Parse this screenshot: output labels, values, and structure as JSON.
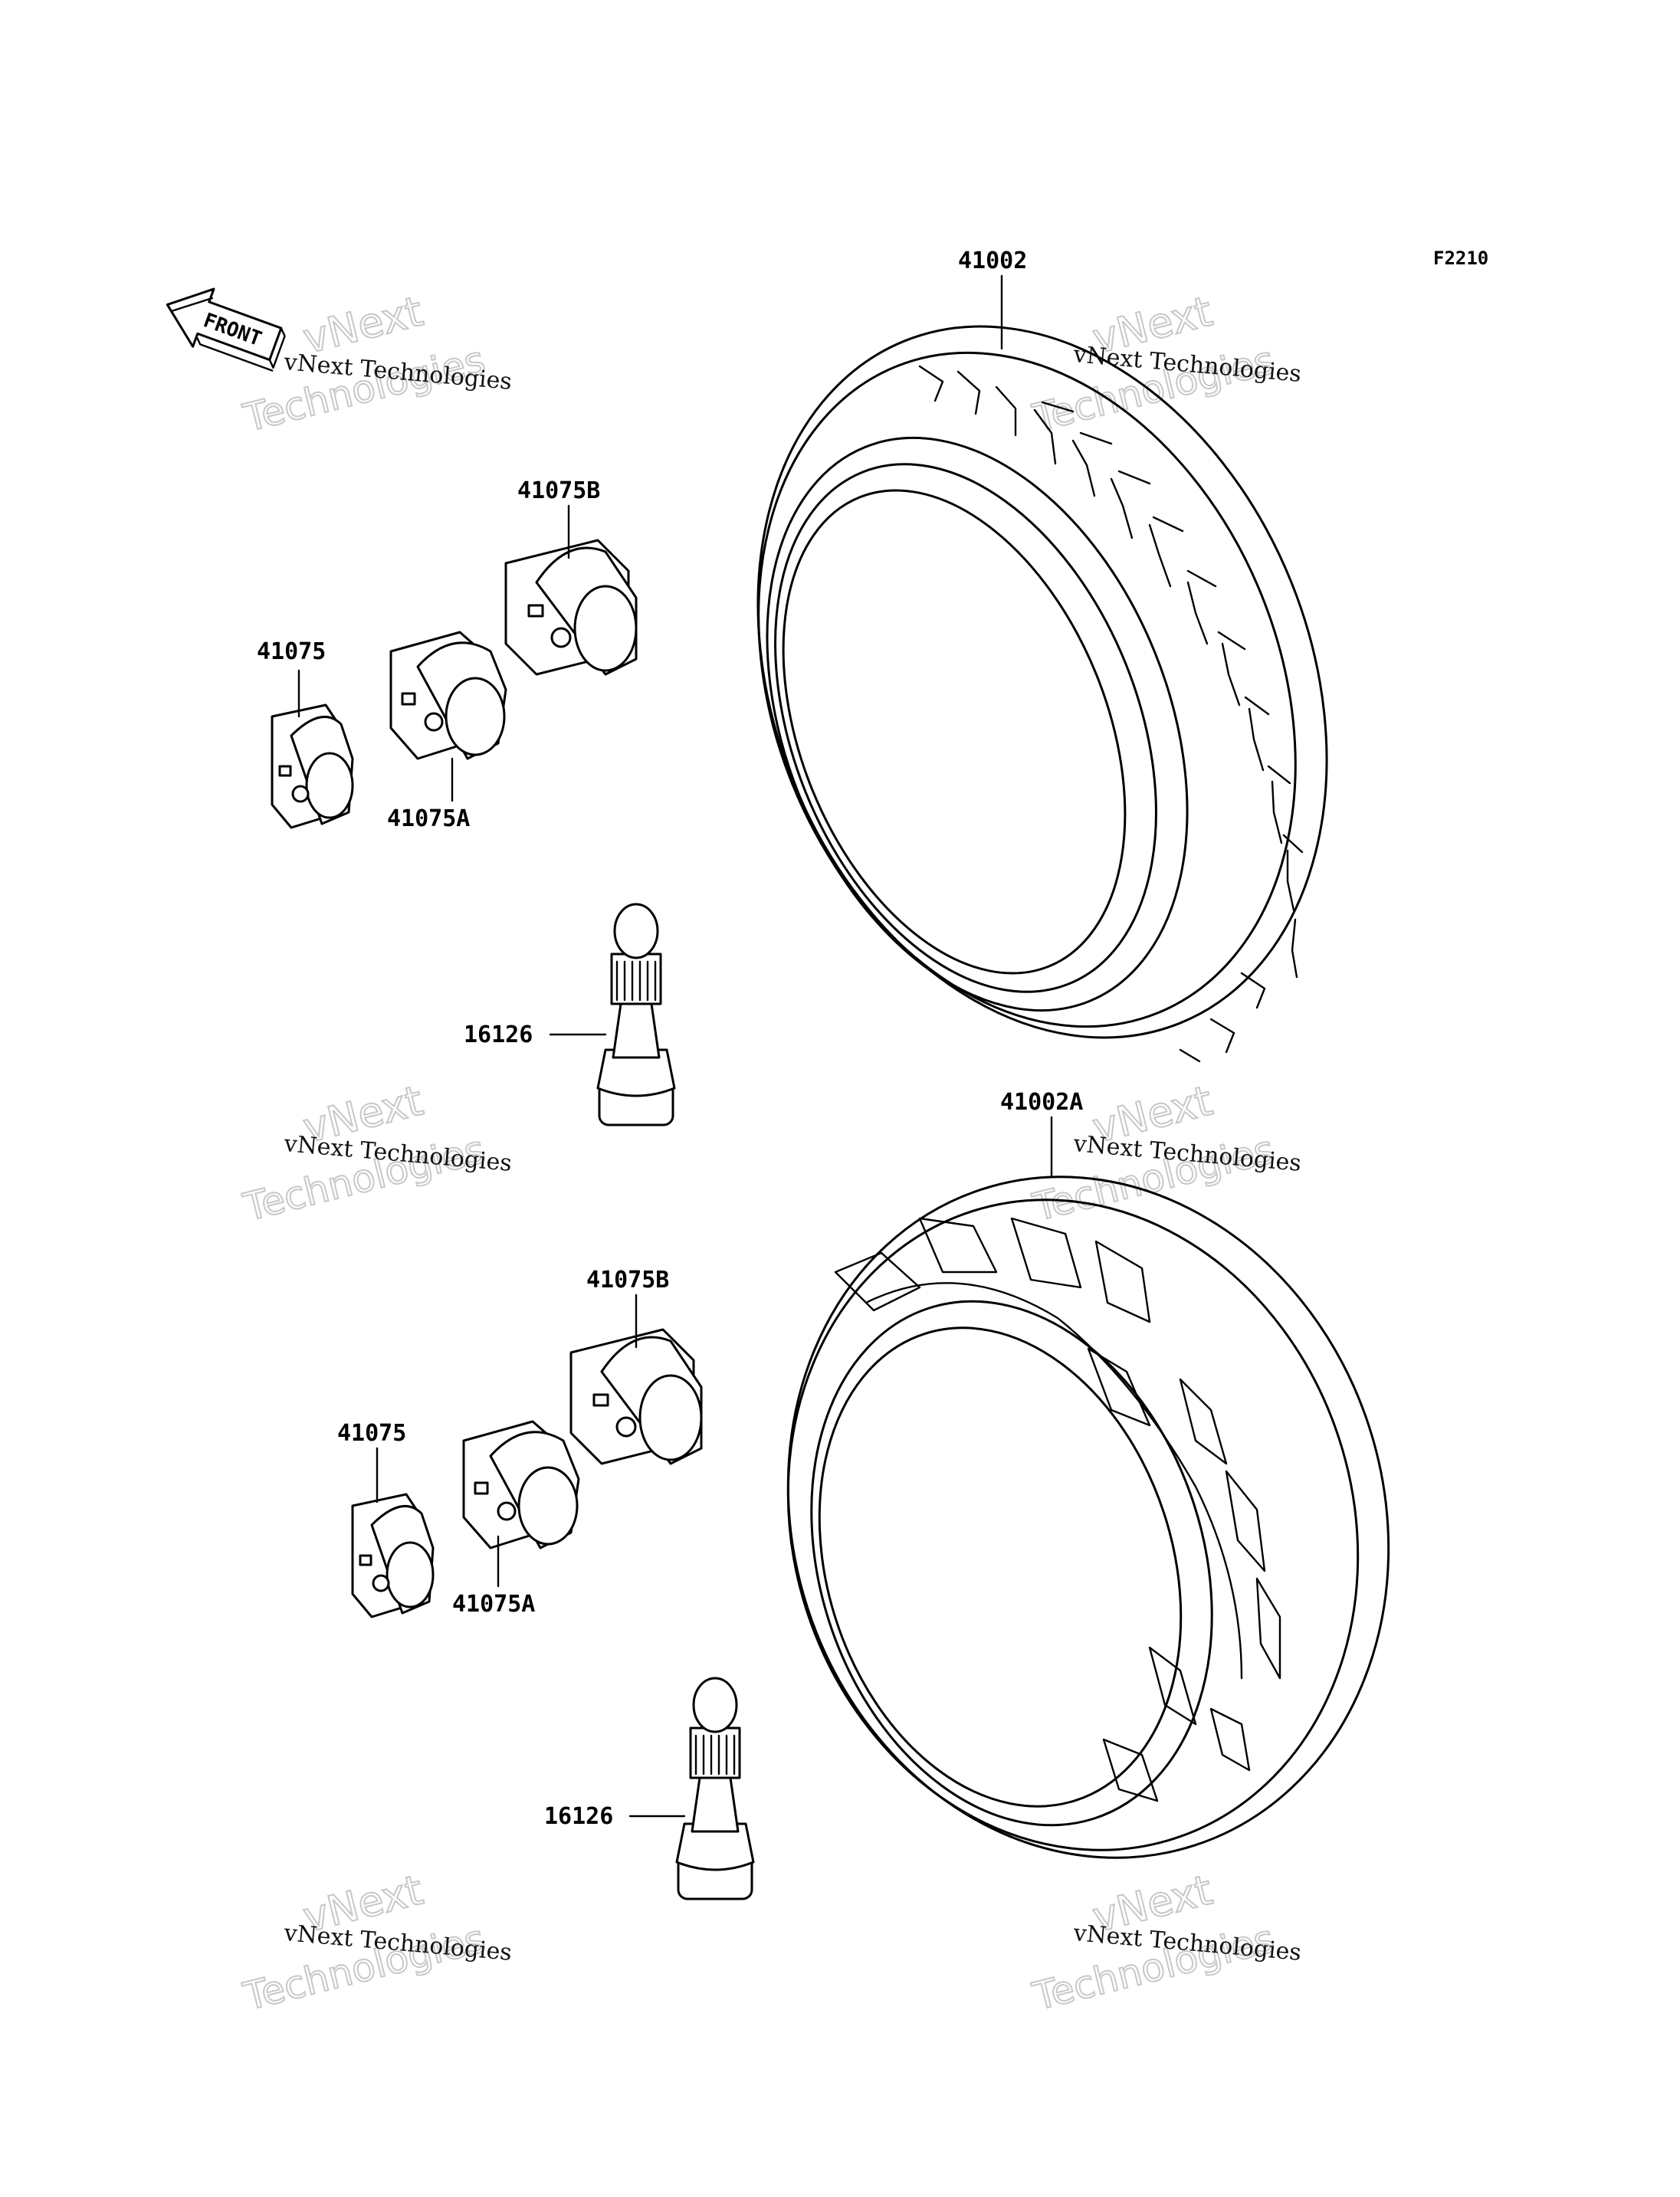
{
  "figure_code": "F2210",
  "front_label": "FRONT",
  "watermark": {
    "line1": "vNext Technologies",
    "line2": "vNext",
    "line3": "Technologies"
  },
  "callouts": {
    "tire_front": "41002",
    "tire_rear": "41002A",
    "weight_b_top": "41075B",
    "weight_top": "41075",
    "weight_a_top": "41075A",
    "valve_top": "16126",
    "weight_b_bottom": "41075B",
    "weight_bottom": "41075",
    "weight_a_bottom": "41075A",
    "valve_bottom": "16126"
  }
}
